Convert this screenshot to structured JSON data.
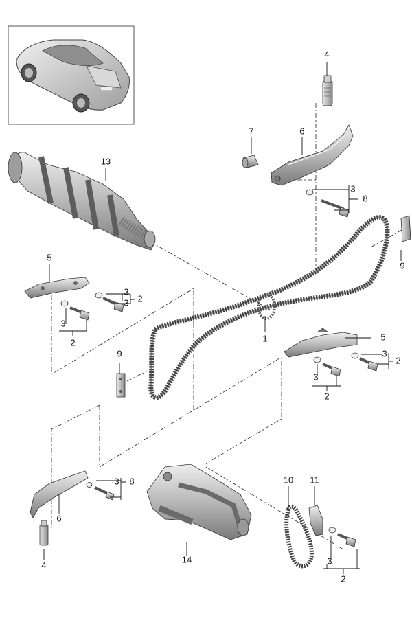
{
  "labels": {
    "l1": "1",
    "l2a": "2",
    "l2b": "2",
    "l2c": "2",
    "l2d": "2",
    "l2e": "2",
    "l3a": "3",
    "l3b": "3",
    "l3c": "3",
    "l3d": "3",
    "l3e": "3",
    "l3f": "3",
    "l3g": "3",
    "l3h": "3",
    "l4a": "4",
    "l4b": "4",
    "l5a": "5",
    "l5b": "5",
    "l6a": "6",
    "l6b": "6",
    "l7": "7",
    "l8a": "8",
    "l8b": "8",
    "l9a": "9",
    "l9b": "9",
    "l10": "10",
    "l11": "11",
    "l13": "13",
    "l14": "14"
  },
  "colors": {
    "line": "#111111",
    "part_fill": "#c9c9c9",
    "part_dark": "#8c8c8c",
    "background": "#ffffff"
  }
}
